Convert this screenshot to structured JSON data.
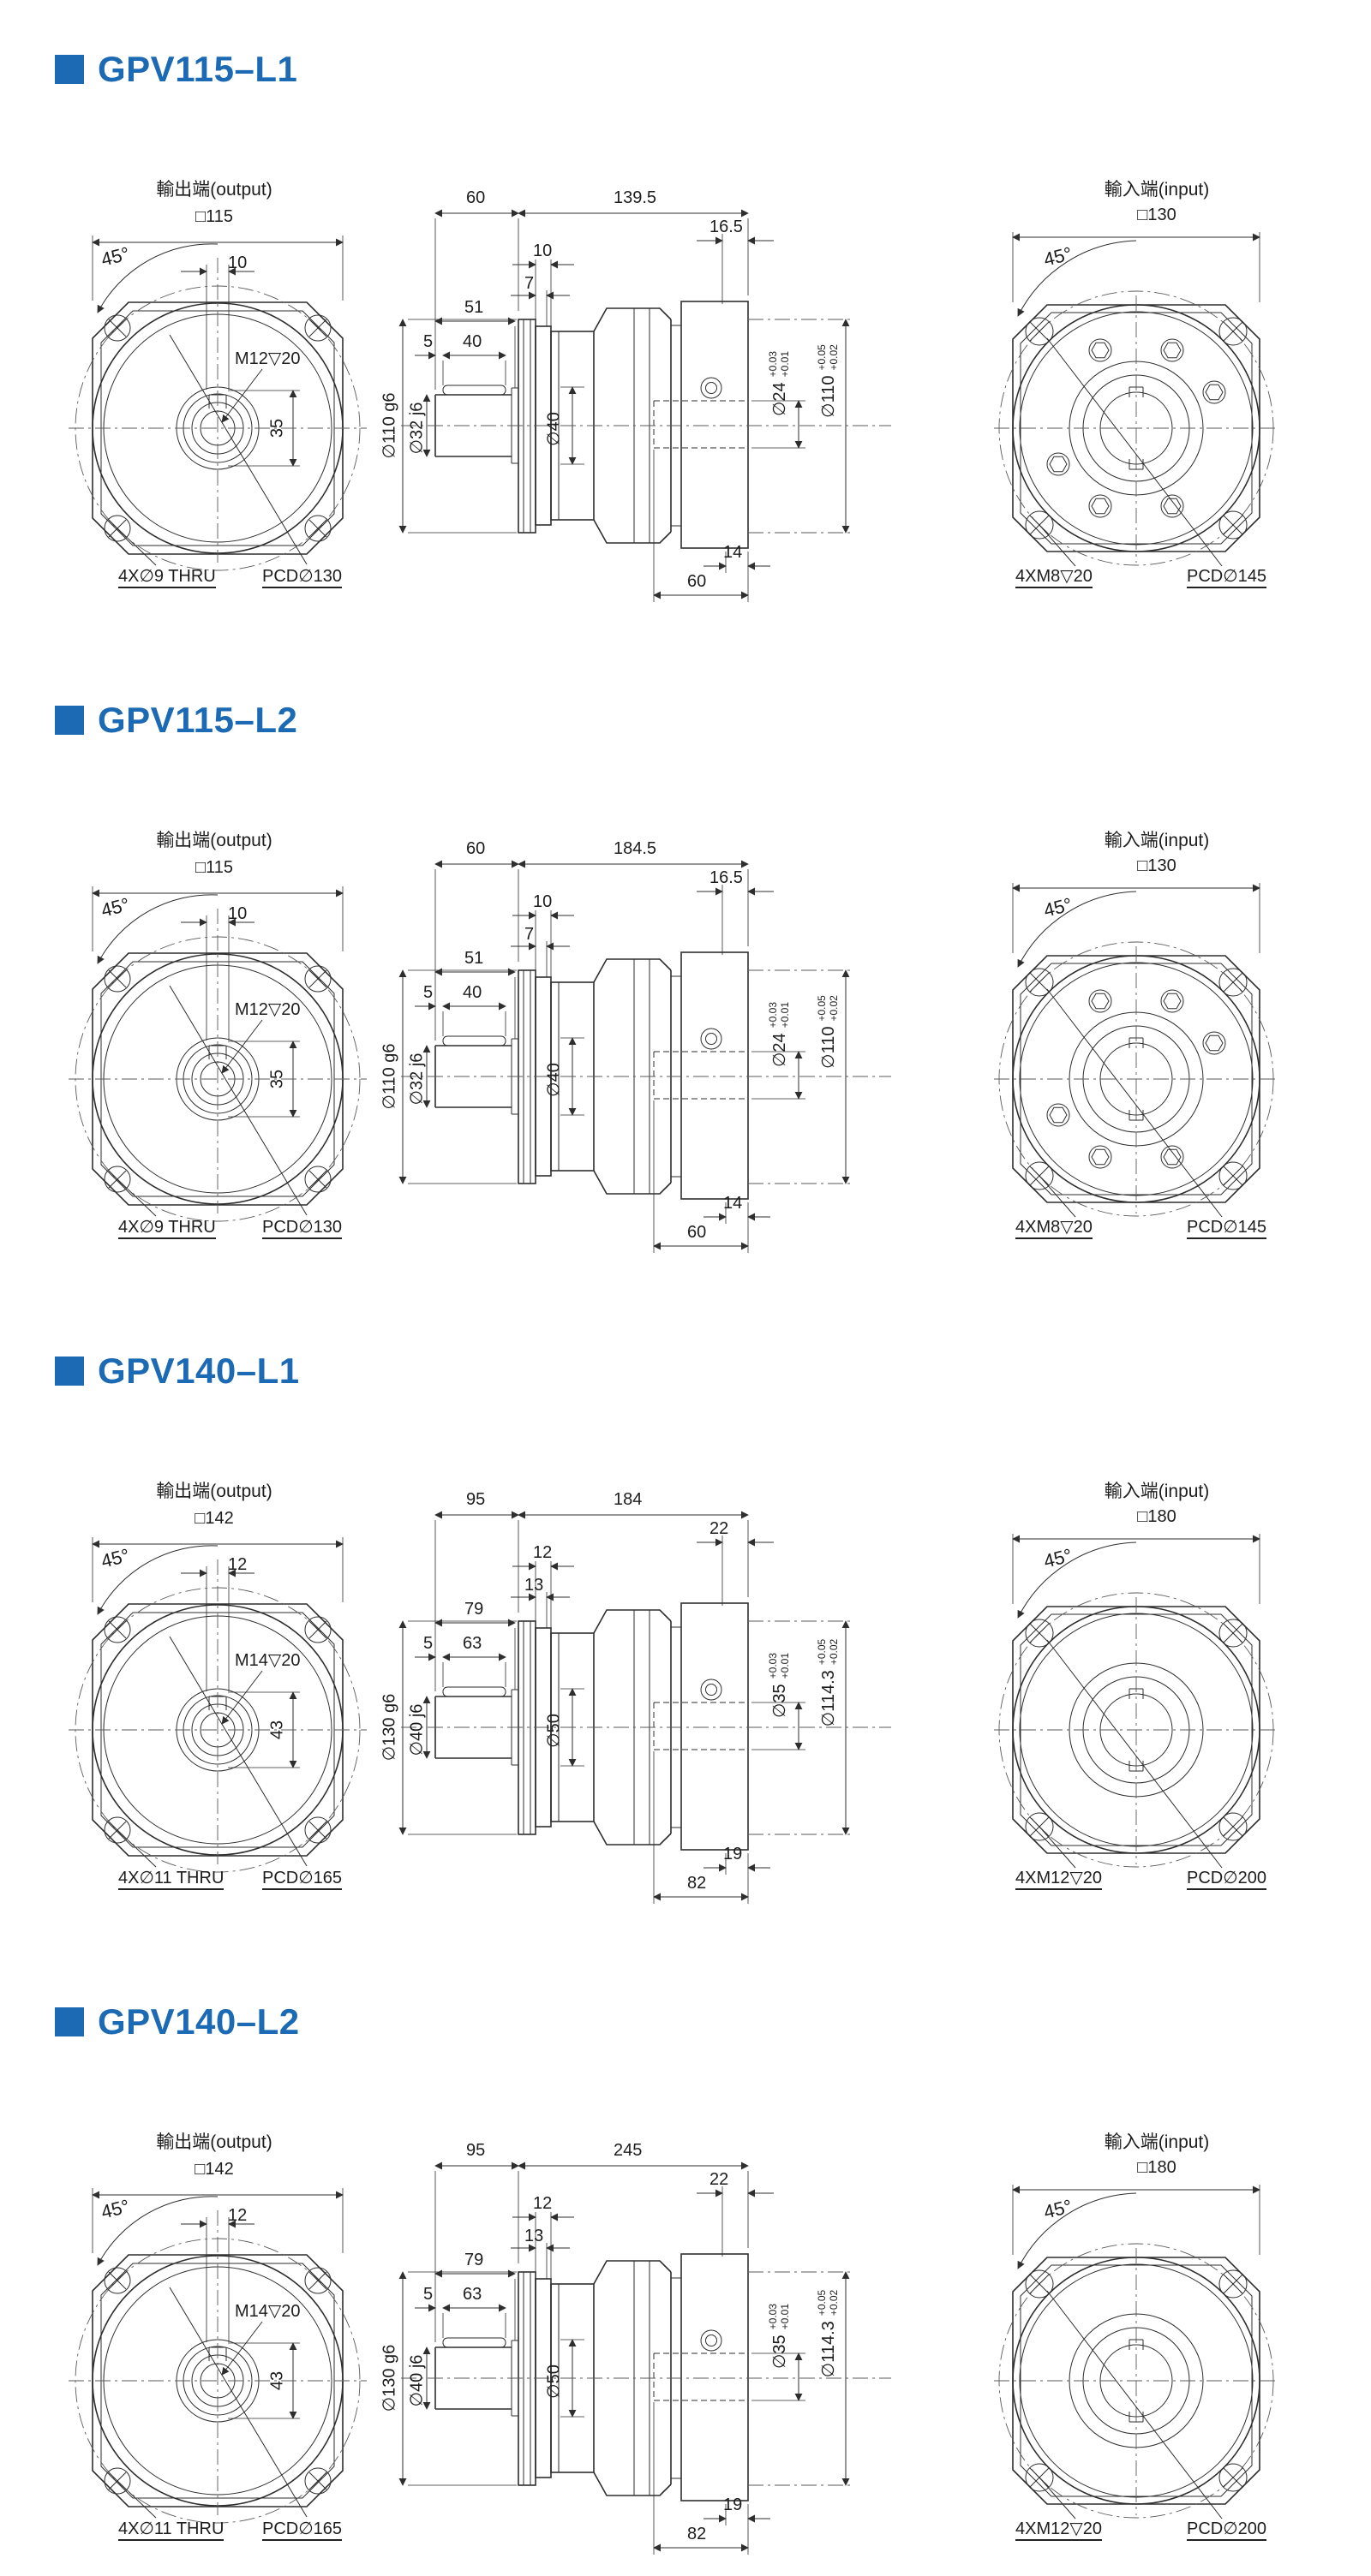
{
  "page": {
    "accent": "#1b6ab3",
    "background": "#ffffff"
  },
  "sections": [
    {
      "title": "GPV115–L1",
      "output": {
        "heading": "輸出端(output)",
        "square": "□115",
        "angle": "45°",
        "key_width": "10",
        "thread": "M12▽20",
        "bore_dim": "35",
        "holes": "4X∅9 THRU",
        "pcd": "PCD∅130"
      },
      "side": {
        "front_len": "60",
        "total_len": "139.5",
        "dim_a": "10",
        "dim_b": "7",
        "dim_c": "51",
        "dim_d": "5",
        "dim_e": "40",
        "left_dia": "∅110 g6",
        "shaft_dia": "∅32 j6",
        "mid_dia": "∅40",
        "right_top": "16.5",
        "pilot_dia": "∅24",
        "pilot_tol_hi": "+0.03",
        "pilot_tol_lo": "+0.01",
        "spigot_dia": "∅110",
        "spigot_tol_hi": "+0.05",
        "spigot_tol_lo": "+0.02",
        "bottom_a": "14",
        "bottom_b": "60"
      },
      "input": {
        "heading": "輸入端(input)",
        "square": "□130",
        "angle": "45°",
        "bolts": "4XM8▽20",
        "pcd": "PCD∅145",
        "has_bolt_ring": true
      }
    },
    {
      "title": "GPV115–L2",
      "output": {
        "heading": "輸出端(output)",
        "square": "□115",
        "angle": "45°",
        "key_width": "10",
        "thread": "M12▽20",
        "bore_dim": "35",
        "holes": "4X∅9 THRU",
        "pcd": "PCD∅130"
      },
      "side": {
        "front_len": "60",
        "total_len": "184.5",
        "dim_a": "10",
        "dim_b": "7",
        "dim_c": "51",
        "dim_d": "5",
        "dim_e": "40",
        "left_dia": "∅110 g6",
        "shaft_dia": "∅32 j6",
        "mid_dia": "∅40",
        "right_top": "16.5",
        "pilot_dia": "∅24",
        "pilot_tol_hi": "+0.03",
        "pilot_tol_lo": "+0.01",
        "spigot_dia": "∅110",
        "spigot_tol_hi": "+0.05",
        "spigot_tol_lo": "+0.02",
        "bottom_a": "14",
        "bottom_b": "60"
      },
      "input": {
        "heading": "輸入端(input)",
        "square": "□130",
        "angle": "45°",
        "bolts": "4XM8▽20",
        "pcd": "PCD∅145",
        "has_bolt_ring": true
      }
    },
    {
      "title": "GPV140–L1",
      "output": {
        "heading": "輸出端(output)",
        "square": "□142",
        "angle": "45°",
        "key_width": "12",
        "thread": "M14▽20",
        "bore_dim": "43",
        "holes": "4X∅11 THRU",
        "pcd": "PCD∅165"
      },
      "side": {
        "front_len": "95",
        "total_len": "184",
        "dim_a": "12",
        "dim_b": "13",
        "dim_c": "79",
        "dim_d": "5",
        "dim_e": "63",
        "left_dia": "∅130 g6",
        "shaft_dia": "∅40 j6",
        "mid_dia": "∅50",
        "right_top": "22",
        "pilot_dia": "∅35",
        "pilot_tol_hi": "+0.03",
        "pilot_tol_lo": "+0.01",
        "spigot_dia": "∅114.3",
        "spigot_tol_hi": "+0.05",
        "spigot_tol_lo": "+0.02",
        "bottom_a": "19",
        "bottom_b": "82"
      },
      "input": {
        "heading": "輸入端(input)",
        "square": "□180",
        "angle": "45°",
        "bolts": "4XM12▽20",
        "pcd": "PCD∅200",
        "has_bolt_ring": false
      }
    },
    {
      "title": "GPV140–L2",
      "output": {
        "heading": "輸出端(output)",
        "square": "□142",
        "angle": "45°",
        "key_width": "12",
        "thread": "M14▽20",
        "bore_dim": "43",
        "holes": "4X∅11 THRU",
        "pcd": "PCD∅165"
      },
      "side": {
        "front_len": "95",
        "total_len": "245",
        "dim_a": "12",
        "dim_b": "13",
        "dim_c": "79",
        "dim_d": "5",
        "dim_e": "63",
        "left_dia": "∅130 g6",
        "shaft_dia": "∅40 j6",
        "mid_dia": "∅50",
        "right_top": "22",
        "pilot_dia": "∅35",
        "pilot_tol_hi": "+0.03",
        "pilot_tol_lo": "+0.01",
        "spigot_dia": "∅114.3",
        "spigot_tol_hi": "+0.05",
        "spigot_tol_lo": "+0.02",
        "bottom_a": "19",
        "bottom_b": "82"
      },
      "input": {
        "heading": "輸入端(input)",
        "square": "□180",
        "angle": "45°",
        "bolts": "4XM12▽20",
        "pcd": "PCD∅200",
        "has_bolt_ring": false
      }
    }
  ]
}
